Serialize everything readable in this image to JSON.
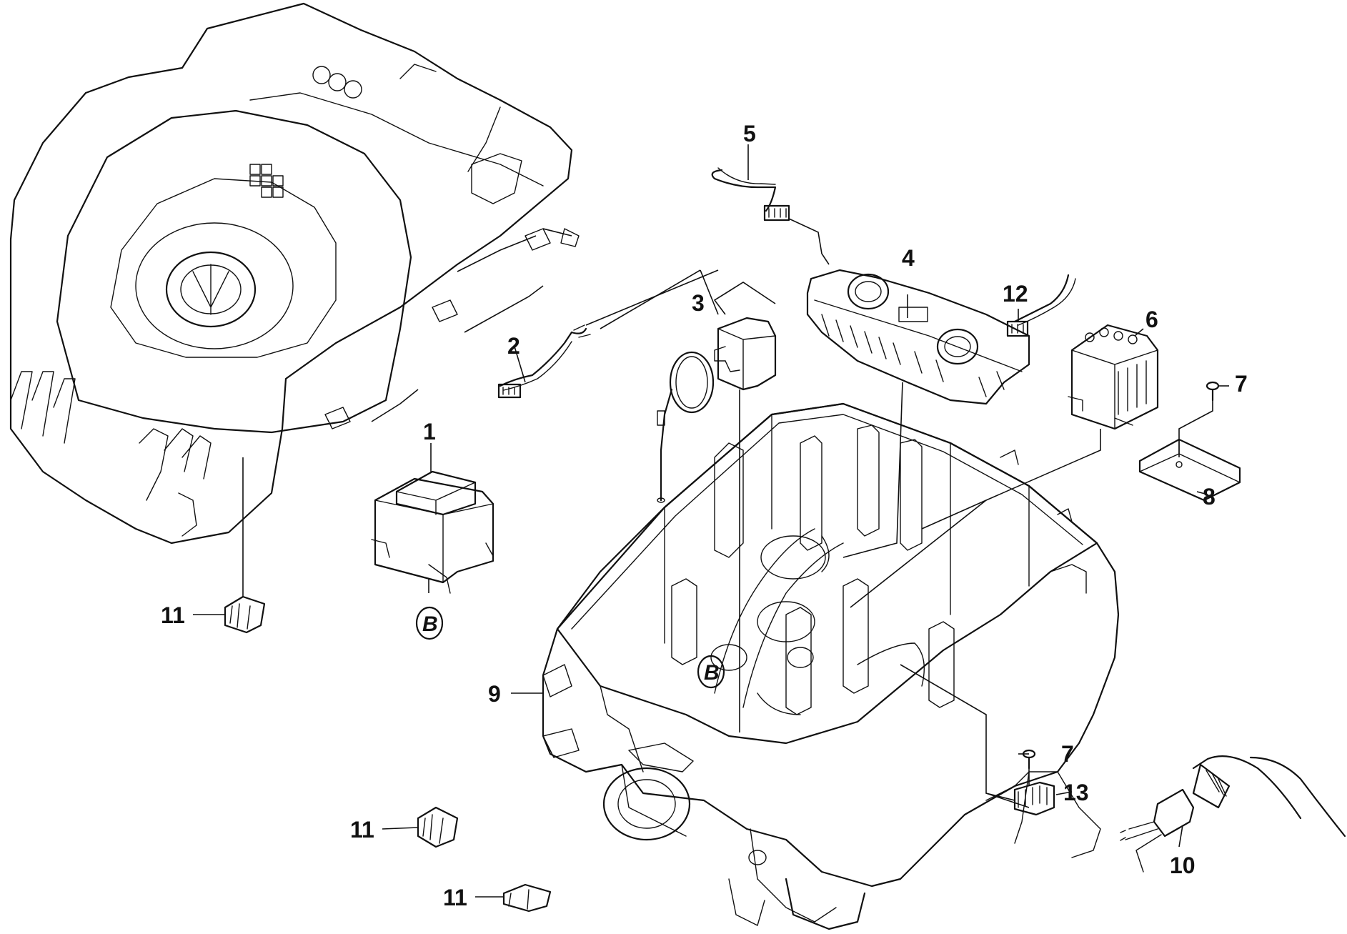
{
  "labels": {
    "p1": "1",
    "p2": "2",
    "p3": "3",
    "p4": "4",
    "p5": "5",
    "p6": "6",
    "p7a": "7",
    "p7b": "7",
    "p8": "8",
    "p9": "9",
    "p10": "10",
    "p11a": "11",
    "p11b": "11",
    "p11c": "11",
    "p12": "12",
    "p13": "13"
  },
  "refs": {
    "b1": "B",
    "b2": "B"
  }
}
